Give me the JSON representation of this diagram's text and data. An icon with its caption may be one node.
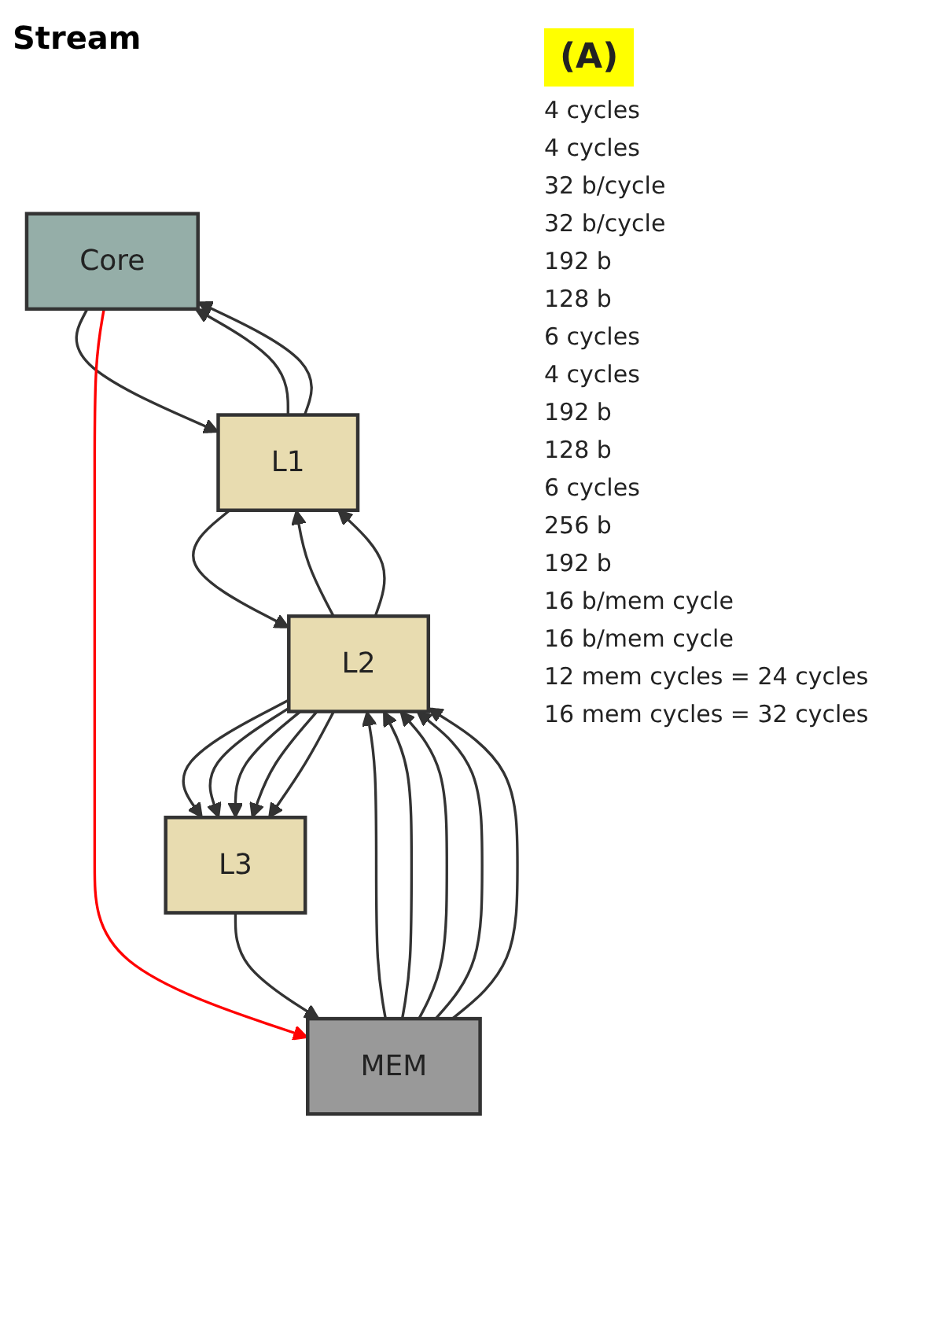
{
  "diagram": {
    "title": "Stream",
    "nodes": [
      {
        "text": [
          "Core"
        ]
      },
      {
        "text": [
          "L1"
        ]
      },
      {
        "text": [
          "L2"
        ]
      },
      {
        "text": [
          "L3"
        ]
      },
      {
        "text": [
          "MEM"
        ]
      }
    ],
    "edges": [
      {
        "from": 1,
        "to": 0,
        "arrow": "to"
      },
      {
        "from": 1,
        "to": 0,
        "arrow": "to"
      },
      {
        "from": 0,
        "to": 1,
        "arrow": "to"
      },
      {
        "from": 2,
        "to": 1,
        "arrow": "to"
      },
      {
        "from": 2,
        "to": 1,
        "arrow": "to"
      },
      {
        "from": 1,
        "to": 2,
        "arrow": "to"
      },
      {
        "from": 2,
        "to": 3,
        "arrow": "to"
      },
      {
        "from": 2,
        "to": 3,
        "arrow": "to"
      },
      {
        "from": 2,
        "to": 3,
        "arrow": "to"
      },
      {
        "from": 2,
        "to": 3,
        "arrow": "to"
      },
      {
        "from": 2,
        "to": 3,
        "arrow": "to"
      },
      {
        "from": 3,
        "to": 4,
        "arrow": "to"
      },
      {
        "from": 4,
        "to": 2,
        "arrow": "to"
      },
      {
        "from": 4,
        "to": 2,
        "arrow": "to"
      },
      {
        "from": 4,
        "to": 2,
        "arrow": "to"
      },
      {
        "from": 4,
        "to": 2,
        "arrow": "to"
      },
      {
        "from": 4,
        "to": 2,
        "arrow": "to"
      },
      {
        "from": 0,
        "to": 4,
        "arrow": "to",
        "color": "#ff0000"
      }
    ],
    "labels": [
      "(A)",
      "4 cycles",
      "4 cycles",
      "32 b/cycle",
      "32 b/cycle",
      "192 b",
      "128 b",
      "6 cycles",
      "4 cycles",
      "192 b",
      "128 b",
      "6 cycles",
      "256 b",
      "192 b",
      "16 b/mem cycle",
      "16 b/mem cycle",
      "12 mem cycles = 24 cycles",
      "16 mem cycles = 32 cycles"
    ]
  }
}
